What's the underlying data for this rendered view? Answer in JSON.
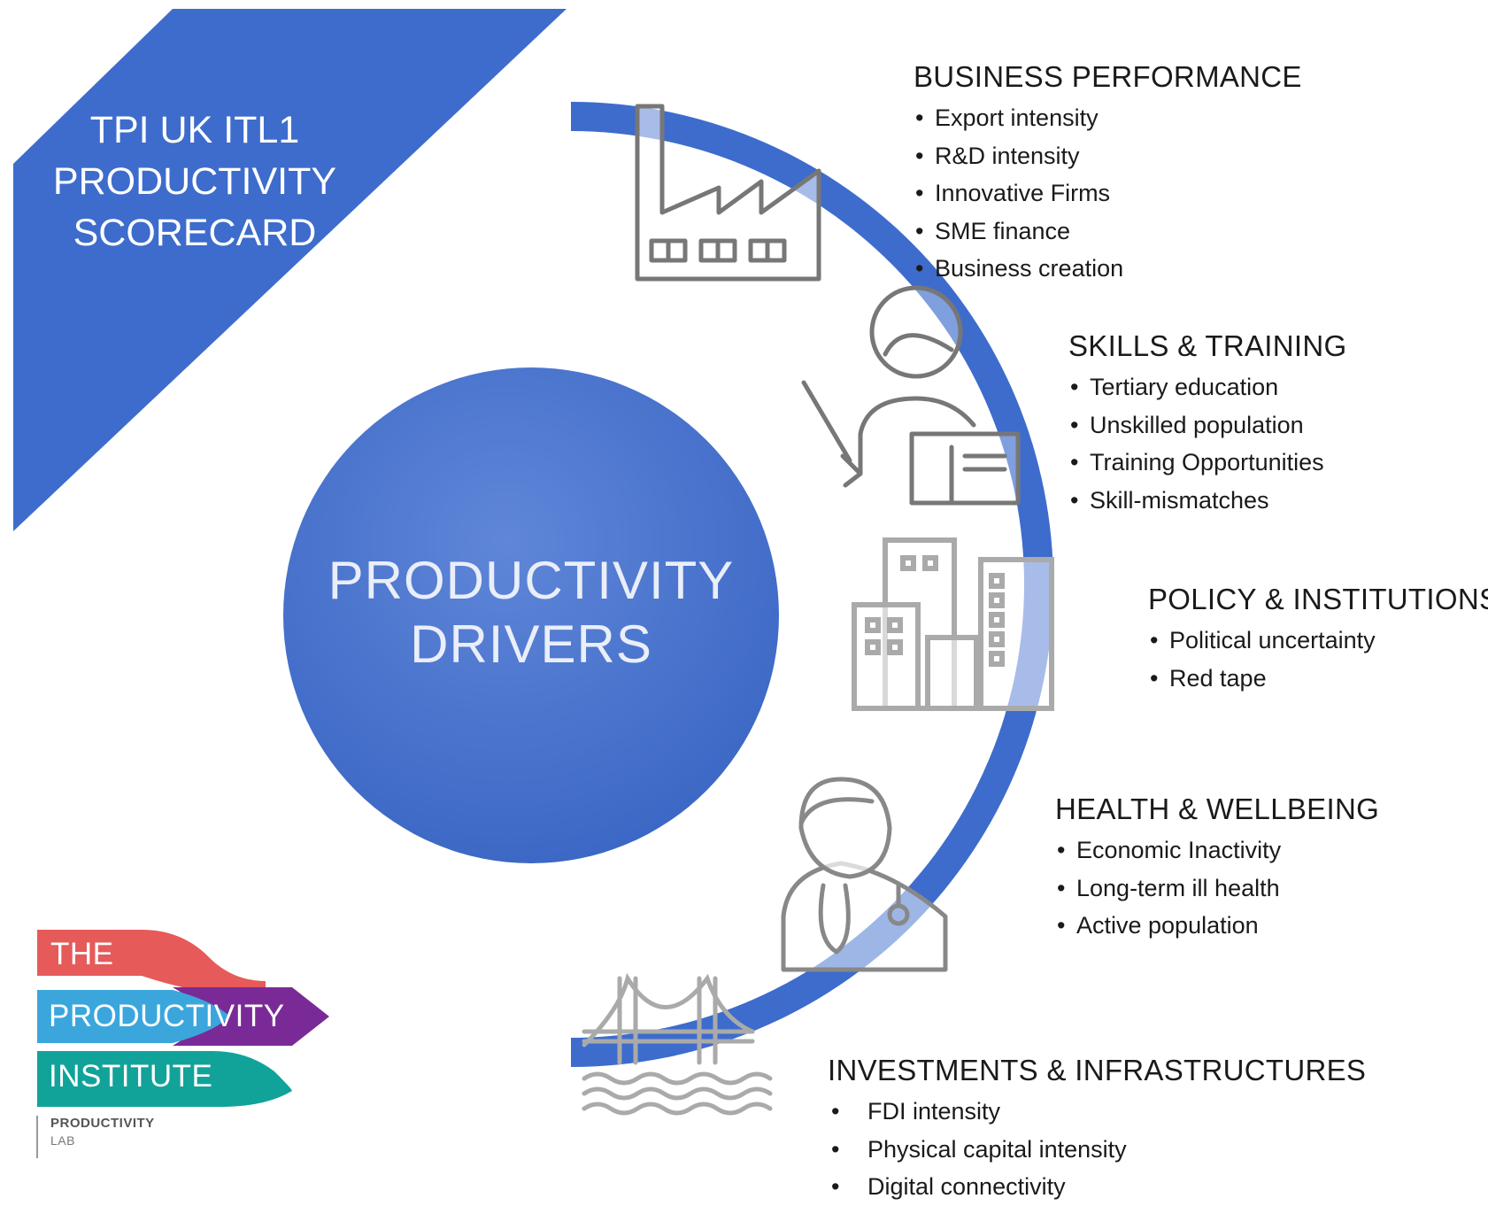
{
  "corner_title": {
    "line1": "TPI UK ITL1",
    "line2": "PRODUCTIVITY",
    "line3": "SCORECARD"
  },
  "center": {
    "line1": "PRODUCTIVITY",
    "line2": "DRIVERS"
  },
  "colors": {
    "blue": "#3d6ccc",
    "logo_red": "#e65a5a",
    "logo_blue": "#3aa6dc",
    "logo_purple": "#7a2a96",
    "logo_teal": "#11a39a",
    "icon_gray": "#777777"
  },
  "icons": [
    "factory-icon",
    "teacher-icon",
    "buildings-icon",
    "doctor-icon",
    "bridge-icon"
  ],
  "groups": {
    "business": {
      "title": "BUSINESS PERFORMANCE",
      "items": [
        "Export intensity",
        "R&D intensity",
        "Innovative Firms",
        "SME finance",
        "Business creation"
      ]
    },
    "skills": {
      "title": "SKILLS & TRAINING",
      "items": [
        "Tertiary education",
        "Unskilled population",
        "Training Opportunities",
        "Skill-mismatches"
      ]
    },
    "policy": {
      "title": "POLICY & INSTITUTIONS",
      "items": [
        "Political uncertainty",
        "Red tape"
      ]
    },
    "health": {
      "title": "HEALTH & WELLBEING",
      "items": [
        "Economic Inactivity",
        "Long-term ill health",
        "Active population"
      ]
    },
    "investments": {
      "title": "INVESTMENTS & INFRASTRUCTURES",
      "items": [
        "FDI intensity",
        "Physical capital intensity",
        "Digital connectivity"
      ]
    }
  },
  "logo": {
    "line1": "THE",
    "line2": "PRODUCTIVITY",
    "line3": "INSTITUTE",
    "sub1": "PRODUCTIVITY",
    "sub2": "LAB"
  }
}
